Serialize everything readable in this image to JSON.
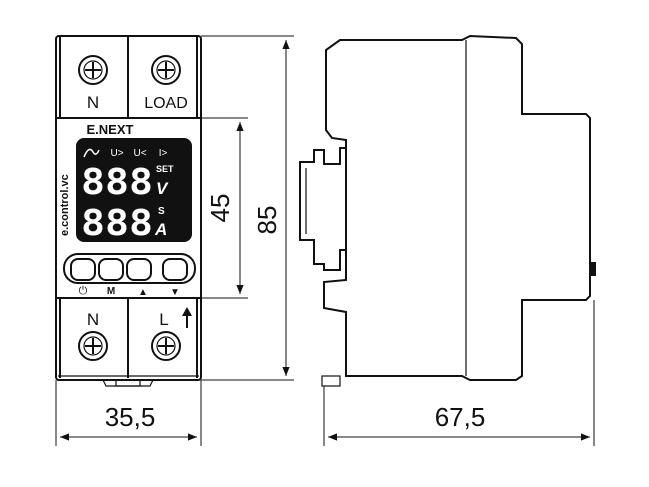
{
  "front": {
    "top_left_label": "N",
    "top_right_label": "LOAD",
    "brand": "E.NEXT",
    "side_text": "e.control.vc",
    "indicators": [
      "U>",
      "U<",
      "I>"
    ],
    "display_top_value": "888",
    "display_top_unit": "V",
    "display_top_tag": "SET",
    "display_bottom_value": "888",
    "display_bottom_unit": "A",
    "display_bottom_tag": "S",
    "button_labels": [
      "⏻",
      "M",
      "▲",
      "▼"
    ],
    "bottom_left_label": "N",
    "bottom_right_label": "L"
  },
  "dimensions": {
    "width_front": "35,5",
    "height_total": "85",
    "height_panel": "45",
    "depth_side": "67,5"
  }
}
